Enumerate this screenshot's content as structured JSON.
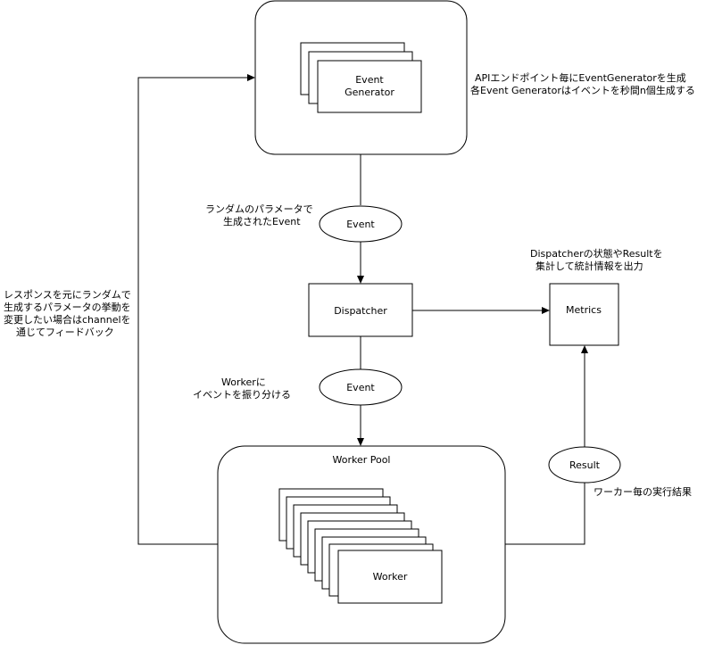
{
  "nodes": {
    "event_generator": {
      "line1": "Event",
      "line2": "Generator"
    },
    "event_top": "Event",
    "dispatcher": "Dispatcher",
    "metrics": "Metrics",
    "event_bottom": "Event",
    "worker_pool": "Worker Pool",
    "worker": "Worker",
    "result": "Result"
  },
  "annotations": {
    "generator_note": {
      "line1": "APIエンドポイント毎にEventGeneratorを生成",
      "line2": "各Event Generatorはイベントを秒間n個生成する"
    },
    "random_params": {
      "line1": "ランダムのパラメータで",
      "line2": "生成されたEvent"
    },
    "metrics_note": {
      "line1": "Dispatcherの状態やResultを",
      "line2": "集計して統計情報を出力"
    },
    "feedback_note": {
      "line1": "レスポンスを元にランダムで",
      "line2": "生成するパラメータの挙動を",
      "line3": "変更したい場合はchannelを",
      "line4": "通じてフィードバック"
    },
    "worker_dispatch": {
      "line1": "Workerに",
      "line2": "イベントを振り分ける"
    },
    "result_note": "ワーカー毎の実行結果"
  }
}
